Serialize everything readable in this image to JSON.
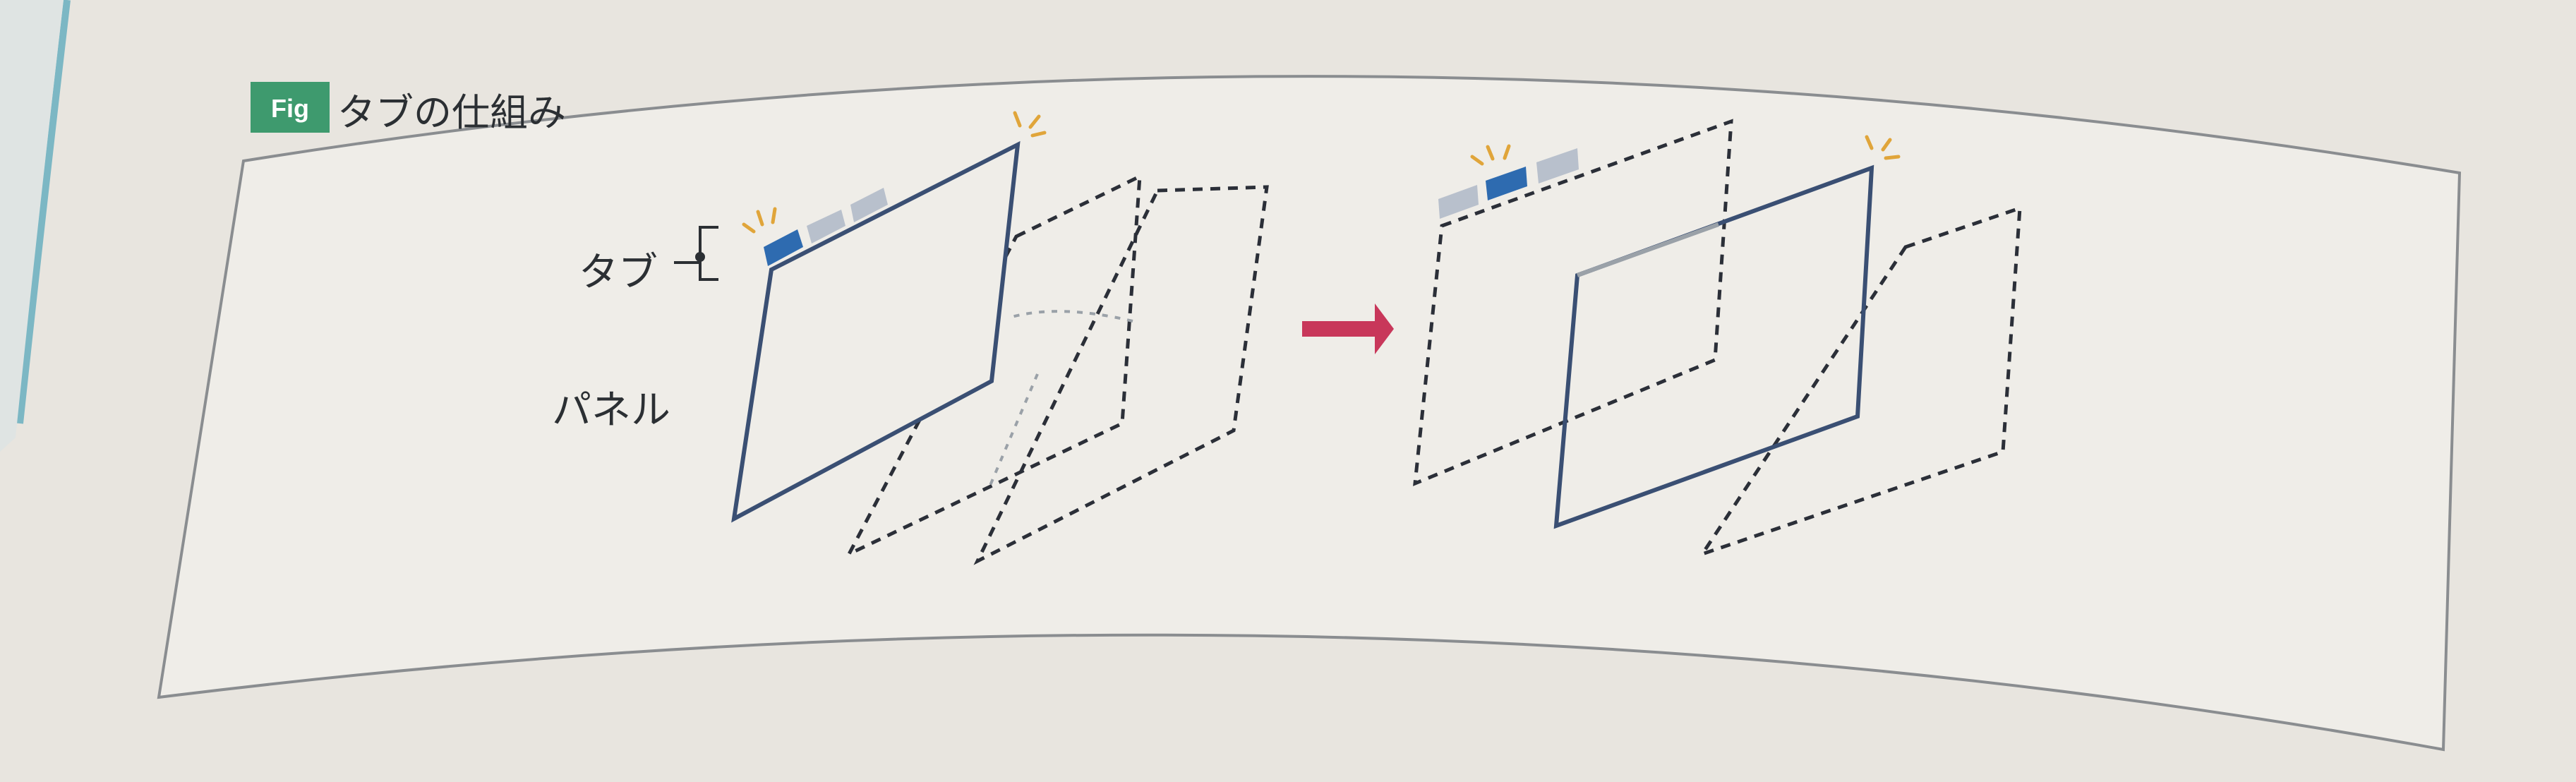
{
  "figure": {
    "badge": "Fig",
    "title": "タブの仕組み",
    "labels": {
      "tab": "タブ",
      "panel": "パネル"
    }
  },
  "colors": {
    "page_bg": "#e9e6e0",
    "paper": "#eeece7",
    "frame_stroke": "#8a8d90",
    "left_teal_edge": "#7cb7c4",
    "badge_green": "#3e9a6e",
    "panel_navy": "#3a4f73",
    "tab_active_blue": "#2e6bb0",
    "tab_inactive_gray": "#b8c0cc",
    "dashed_stroke": "#2b2f38",
    "arrow_crimson": "#c8375a",
    "sparkle_orange": "#e0a53a"
  },
  "icons": {
    "arrow": "right-arrow-icon",
    "sparkle": "sparkle-icon"
  }
}
